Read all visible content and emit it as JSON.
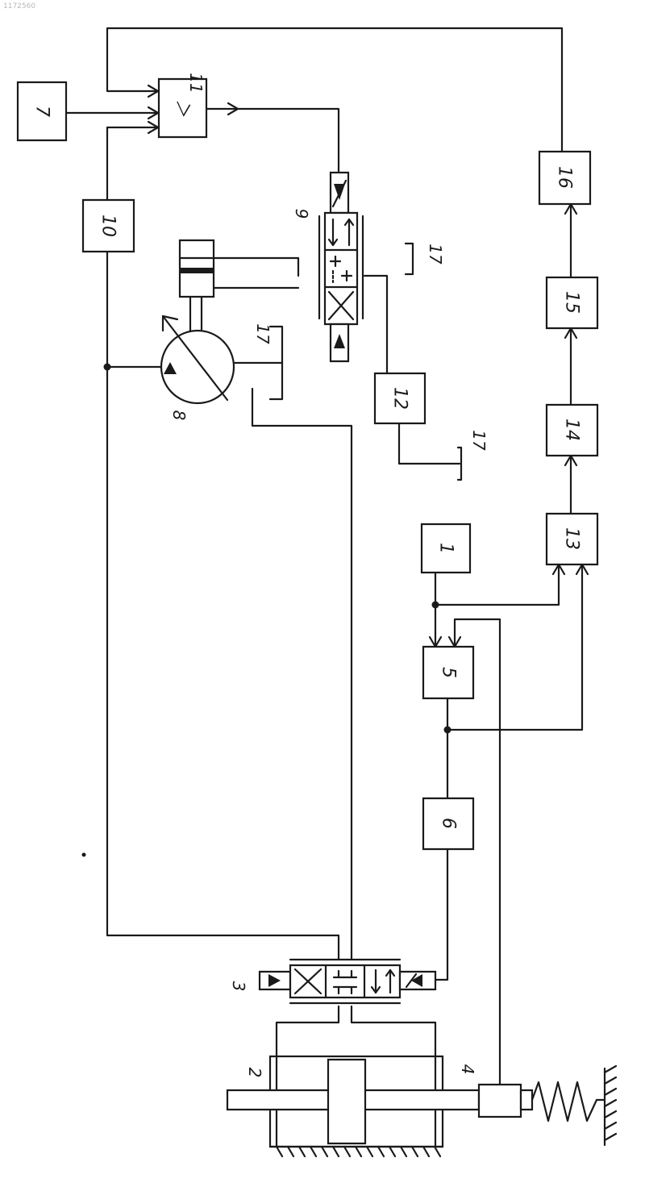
{
  "watermark": "1172560",
  "blocks": [
    {
      "id": "b1",
      "label": "1"
    },
    {
      "id": "b5",
      "label": "5"
    },
    {
      "id": "b6",
      "label": "6"
    },
    {
      "id": "b7",
      "label": "7"
    },
    {
      "id": "b10",
      "label": "10"
    },
    {
      "id": "b11",
      "label": "＞"
    },
    {
      "id": "b12",
      "label": "12"
    },
    {
      "id": "b13",
      "label": "13"
    },
    {
      "id": "b14",
      "label": "14"
    },
    {
      "id": "b15",
      "label": "15"
    },
    {
      "id": "b16",
      "label": "16"
    }
  ],
  "labels": {
    "cylinder": "2",
    "valve_main": "3",
    "sensor": "4",
    "pump": "8",
    "valve_pump": "9",
    "comparator": "11",
    "tank_a": "17",
    "tank_b": "17",
    "tank_c": "17"
  }
}
